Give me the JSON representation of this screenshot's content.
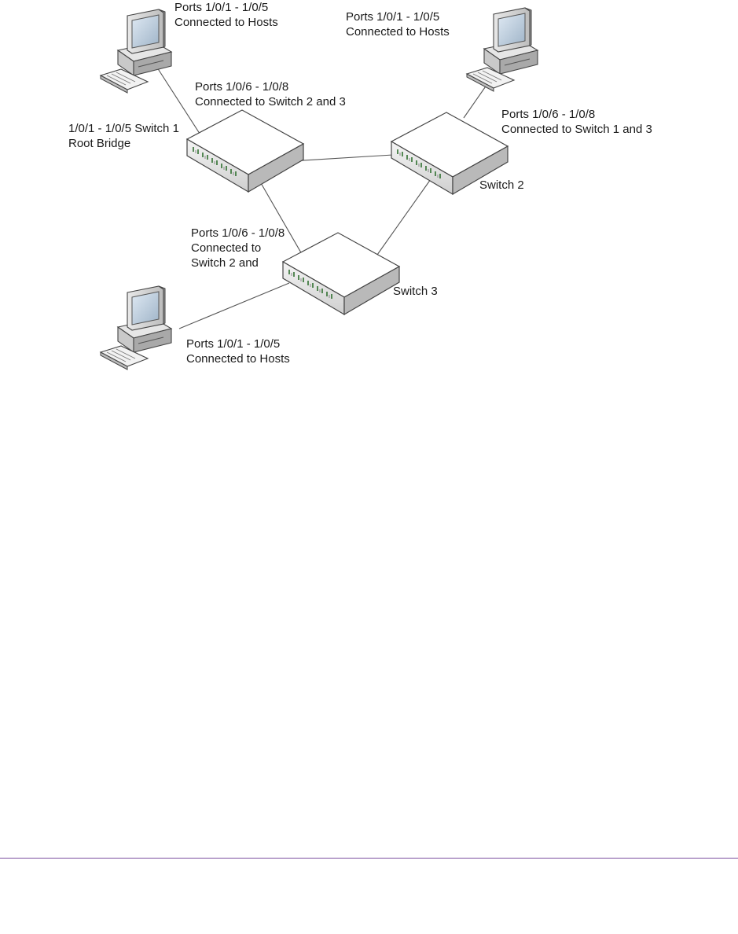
{
  "colors": {
    "link_line": "#555555",
    "switch_top": "#ffffff",
    "switch_outline": "#333333",
    "port_led": "#3a7a3a",
    "footer_rule": "#7b4fa0"
  },
  "icons": {
    "host": "desktop-computer-icon",
    "switch": "network-switch-icon"
  },
  "labels": {
    "host_tl": {
      "line1": "Ports 1/0/1 - 1/0/5",
      "line2": "Connected to Hosts"
    },
    "host_tr": {
      "line1": "Ports 1/0/1 - 1/0/5",
      "line2": "Connected to Hosts"
    },
    "host_bl": {
      "line1": "Ports 1/0/1 - 1/0/5",
      "line2": "Connected to Hosts"
    },
    "sw1_ports": {
      "line1": "Ports 1/0/6 - 1/0/8",
      "line2": "Connected to Switch 2 and 3"
    },
    "sw1_name": {
      "line1": "1/0/1 - 1/0/5 Switch 1",
      "line2": "Root Bridge"
    },
    "sw2_ports": {
      "line1": "Ports 1/0/6 - 1/0/8",
      "line2": "Connected to Switch 1 and 3"
    },
    "sw2_name": "Switch 2",
    "sw3_ports": {
      "line1": "Ports 1/0/6 - 1/0/8",
      "line2": "Connected to",
      "line3": "Switch 2 and"
    },
    "sw3_name": "Switch 3"
  }
}
